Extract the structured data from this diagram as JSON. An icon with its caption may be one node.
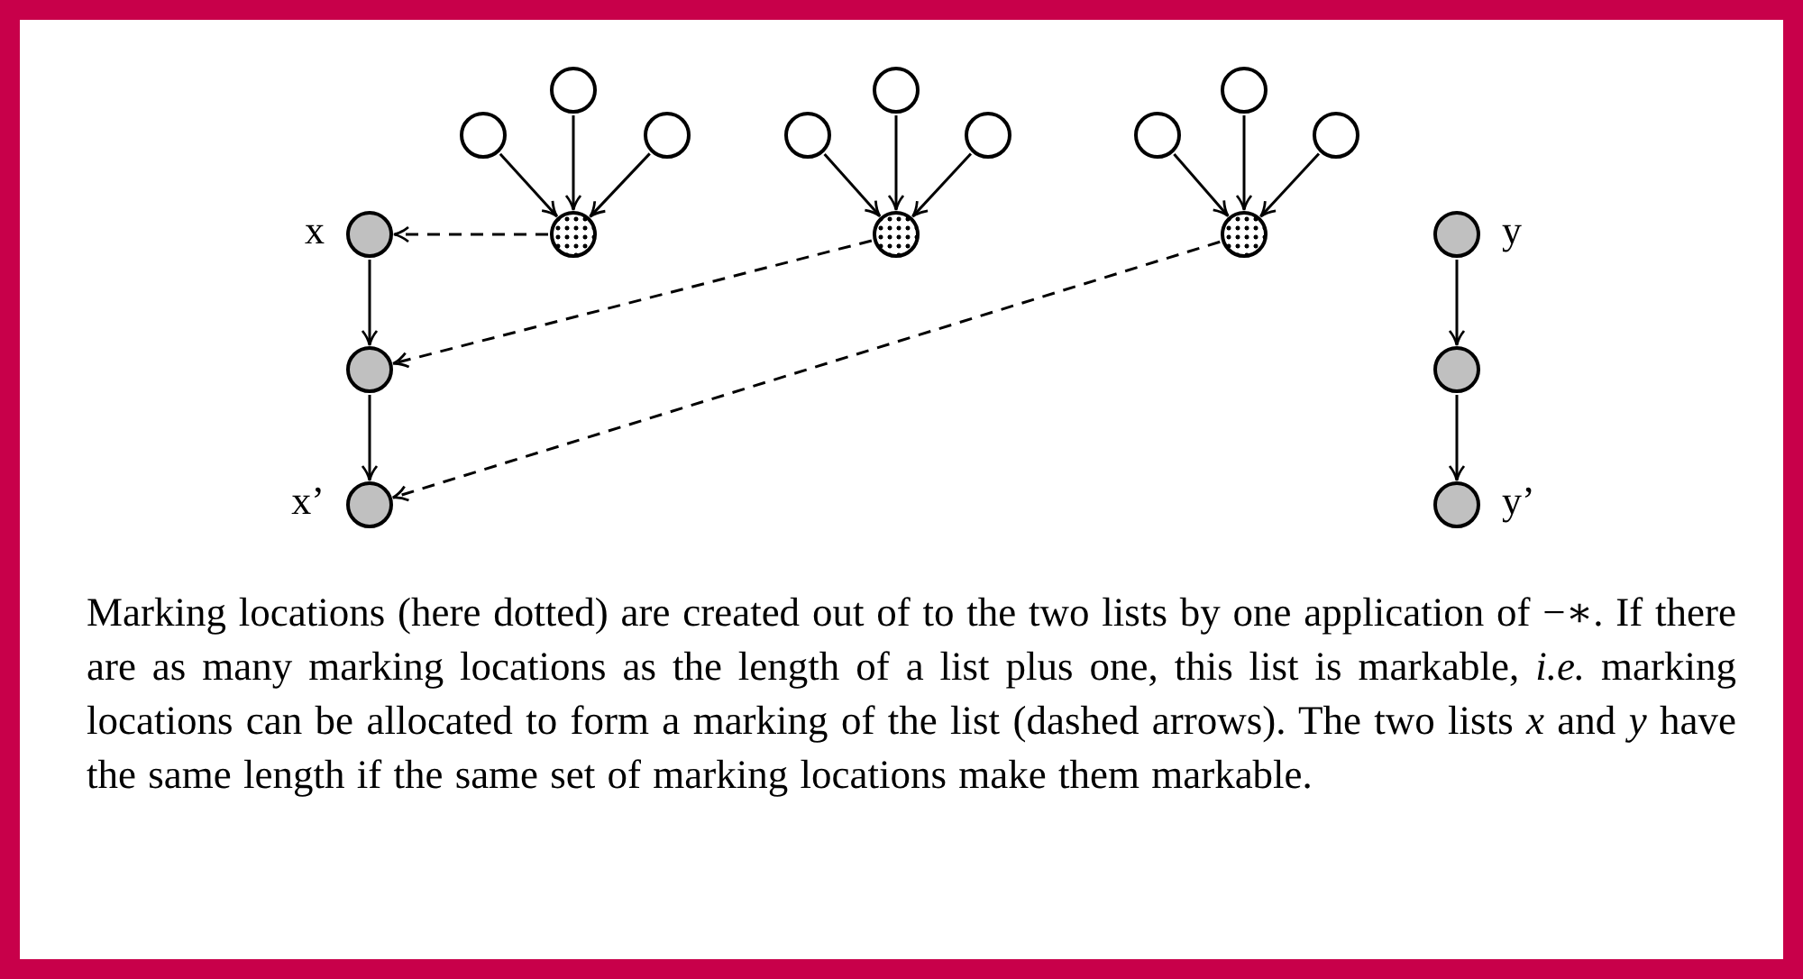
{
  "diagram": {
    "caption": "Marking locations (here dotted) are created out of to the two lists by one application of −∗. If there are as many marking locations as the length of a list plus one, this list is markable, *i.e.* marking locations can be allocated to form a marking of the list (dashed arrows). The two lists *x* and *y* have the same length if the same set of marking locations make them markable.",
    "nodes": [
      {
        "text": [],
        "shape": "circle"
      },
      {
        "text": [],
        "shape": "circle"
      },
      {
        "text": [],
        "shape": "circle"
      },
      {
        "text": [],
        "shape": "circle"
      },
      {
        "text": [],
        "shape": "circle"
      },
      {
        "text": [],
        "shape": "circle"
      },
      {
        "text": [],
        "shape": "circle"
      },
      {
        "text": [],
        "shape": "circle"
      },
      {
        "text": [],
        "shape": "circle"
      },
      {
        "text": [],
        "shape": "circle"
      },
      {
        "text": [],
        "shape": "circle"
      },
      {
        "text": [],
        "shape": "circle"
      },
      {
        "text": [],
        "shape": "circle",
        "beside": [
          "x"
        ]
      },
      {
        "text": [],
        "shape": "circle"
      },
      {
        "text": [],
        "shape": "circle",
        "beside": [
          "x’"
        ]
      },
      {
        "text": [],
        "shape": "circle",
        "beside": [
          "y"
        ]
      },
      {
        "text": [],
        "shape": "circle"
      },
      {
        "text": [],
        "shape": "circle",
        "beside": [
          "y’"
        ]
      }
    ],
    "edges": [
      {
        "from": 0,
        "to": 3,
        "arrow": "to"
      },
      {
        "from": 1,
        "to": 3,
        "arrow": "to"
      },
      {
        "from": 2,
        "to": 3,
        "arrow": "to"
      },
      {
        "from": 4,
        "to": 7,
        "arrow": "to"
      },
      {
        "from": 5,
        "to": 7,
        "arrow": "to"
      },
      {
        "from": 6,
        "to": 7,
        "arrow": "to"
      },
      {
        "from": 8,
        "to": 11,
        "arrow": "to"
      },
      {
        "from": 9,
        "to": 11,
        "arrow": "to"
      },
      {
        "from": 10,
        "to": 11,
        "arrow": "to"
      },
      {
        "from": 3,
        "to": 12,
        "arrow": "to",
        "style": "dashed"
      },
      {
        "from": 7,
        "to": 13,
        "arrow": "to",
        "style": "dashed"
      },
      {
        "from": 11,
        "to": 14,
        "arrow": "to",
        "style": "dashed"
      },
      {
        "from": 12,
        "to": 13,
        "arrow": "to"
      },
      {
        "from": 13,
        "to": 14,
        "arrow": "to"
      },
      {
        "from": 15,
        "to": 16,
        "arrow": "to"
      },
      {
        "from": 16,
        "to": 17,
        "arrow": "to"
      }
    ]
  }
}
